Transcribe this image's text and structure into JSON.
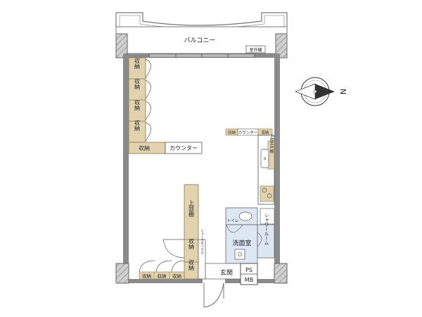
{
  "rooms": {
    "balcony": "バルコニー",
    "air_conditioner": "室外機",
    "storage": "収納",
    "counter": "カウンター",
    "upper_cabinet": "上部棚",
    "kitchen_upper": "上部吊戸棚",
    "toilet": "トイレ",
    "washroom": "洗面室",
    "shower_room": "シャワールーム",
    "entrance": "玄関",
    "ps": "PS",
    "mb": "MB",
    "shoe_box": "シューズボックス"
  },
  "compass": {
    "north_label": "N"
  },
  "colors": {
    "wall": "#7f7f7f",
    "storage": "#e2d2ae",
    "wet_area": "#dde6f3",
    "hatch": "#b5b5b5"
  }
}
